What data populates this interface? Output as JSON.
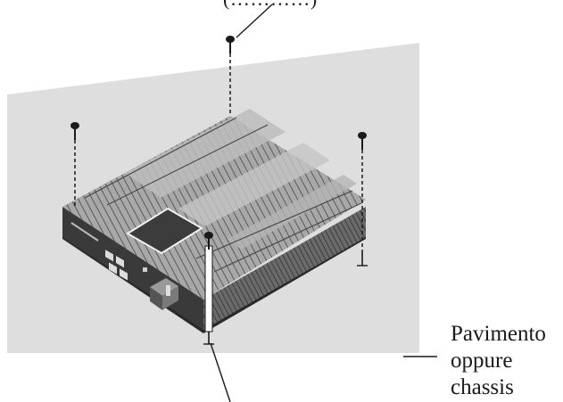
{
  "labels": {
    "top_callout": "(…………)",
    "floor_line1": "Pavimento",
    "floor_line2": "oppure",
    "floor_line3": "chassis"
  },
  "colors": {
    "panel": "#dedede",
    "amp_top": "#9a9a9a",
    "amp_dark": "#3a3a3a",
    "line": "#1a1a1a"
  }
}
